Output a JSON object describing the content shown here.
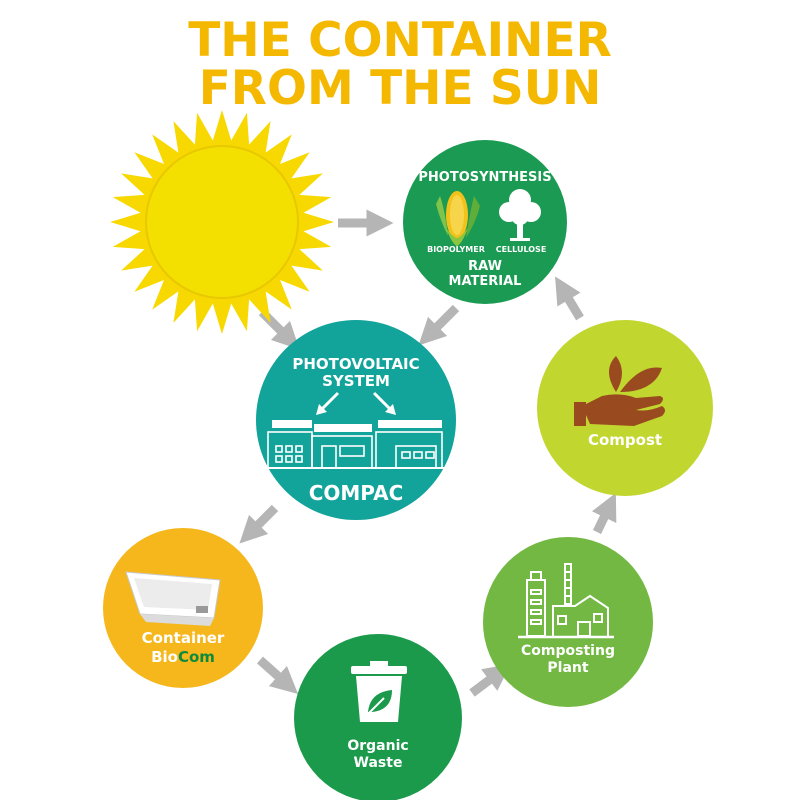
{
  "title": {
    "line1": "THE CONTAINER",
    "line2": "FROM THE SUN"
  },
  "nodes": {
    "sun": {
      "icon": "sun-icon"
    },
    "raw_material": {
      "heading": "PHOTOSYNTHESIS",
      "label_left": "BIOPOLYMER",
      "label_right": "CELLULOSE",
      "line1": "RAW",
      "line2": "MATERIAL",
      "icons": [
        "corn-icon",
        "tree-icon"
      ]
    },
    "compac": {
      "heading1": "PHOTOVOLTAIC",
      "heading2": "SYSTEM",
      "label": "COMPAC",
      "icon": "factory-icon"
    },
    "compost": {
      "label": "Compost",
      "icon": "hand-leaves-icon"
    },
    "composting_plant": {
      "line1": "Composting",
      "line2": "Plant",
      "icon": "composting-plant-icon"
    },
    "organic_waste": {
      "line1": "Organic",
      "line2": "Waste",
      "icon": "waste-bin-leaf-icon"
    },
    "container": {
      "line1": "Container",
      "brand_part1": "Bio",
      "brand_part2": "Com",
      "icon": "tray-icon"
    }
  },
  "colors": {
    "title": "#f5b800",
    "sun": "#f4e000",
    "sun_rays": "#f7d800",
    "raw_material": "#1a9a52",
    "compac": "#12a39a",
    "compost": "#c2d630",
    "composting_plant": "#72b843",
    "organic_waste": "#1c9a4c",
    "container": "#f5b71c",
    "brand_bio": "#ffffff",
    "brand_com": "#0d8a3c",
    "arrow": "#b5b5b5"
  }
}
